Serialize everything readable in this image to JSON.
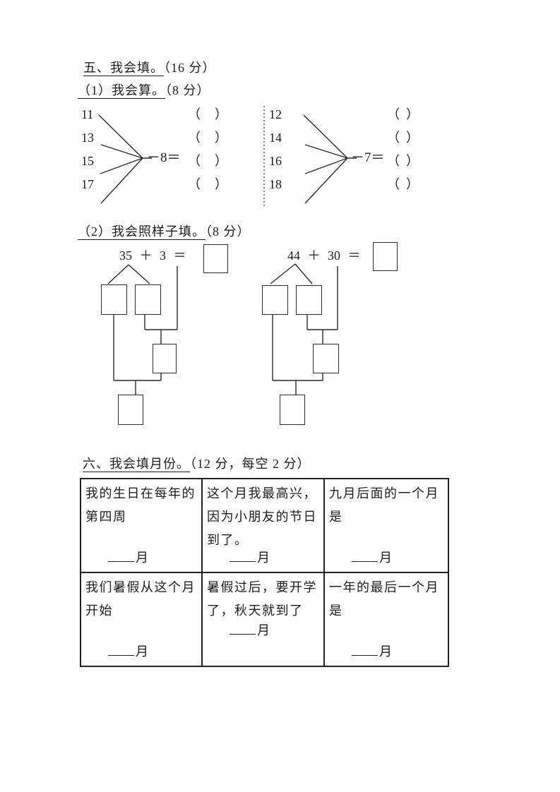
{
  "section5": {
    "title": "五、我会填。",
    "score": "（16 分）",
    "part1": {
      "title": "（1）我会算。",
      "score": "（8 分）",
      "left_fan": {
        "numbers": [
          "11",
          "13",
          "15",
          "17"
        ],
        "operation": "－8＝"
      },
      "right_fan": {
        "numbers": [
          "12",
          "14",
          "16",
          "18"
        ],
        "operation": "－7＝"
      }
    },
    "part2": {
      "title": "（2）我会照样子填。",
      "score": "（8 分）",
      "problem1": {
        "expression": "35 ＋ 3 ＝"
      },
      "problem2": {
        "expression": "44 ＋ 30 ＝"
      }
    }
  },
  "section6": {
    "title": "六、我会填月份。",
    "score": "（12 分，每空 2 分）",
    "cells": [
      {
        "lines": [
          "我的生日在每年的",
          "第四周"
        ],
        "unit": "月"
      },
      {
        "lines": [
          "这个月我最高兴，",
          "因为小朋友的节日",
          "到了。"
        ],
        "unit": "月"
      },
      {
        "lines": [
          "九月后面的一个月",
          "是"
        ],
        "unit": "月"
      },
      {
        "lines": [
          "我们暑假从这个月",
          "开始"
        ],
        "unit": "月"
      },
      {
        "lines": [
          "暑假过后，要开学",
          "了，秋天就到了"
        ],
        "unit": "月"
      },
      {
        "lines": [
          "一年的最后一个月",
          "是"
        ],
        "unit": "月"
      }
    ]
  },
  "glyphs": {
    "paren_open": "（",
    "paren_close": "）"
  }
}
